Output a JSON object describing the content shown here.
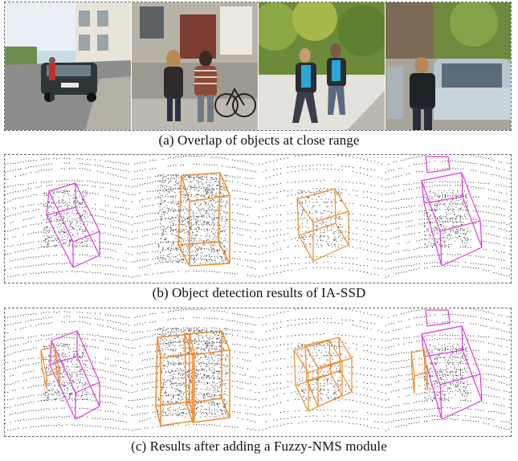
{
  "figure": {
    "rows": [
      {
        "caption": "(a) Overlap of objects at close range"
      },
      {
        "caption": "(b) Object detection results of IA-SSD"
      },
      {
        "caption": "(c) Results after adding a Fuzzy-NMS module"
      }
    ]
  },
  "colors": {
    "border": "#666666",
    "box_magenta": "#e03ad8",
    "box_orange": "#f08a2a",
    "points": "#333333"
  }
}
